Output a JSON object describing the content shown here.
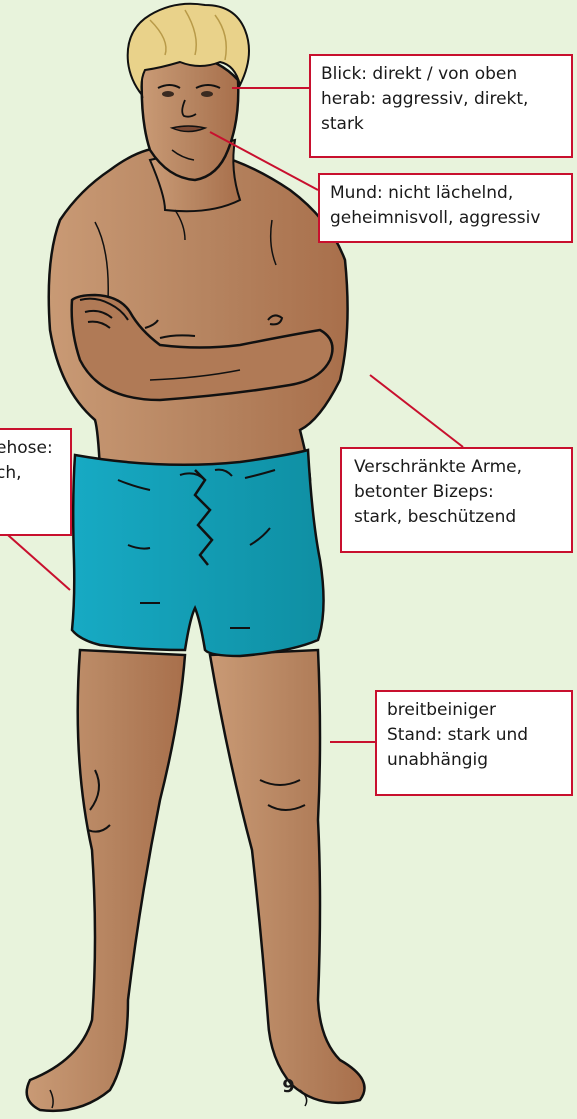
{
  "callouts": {
    "blick": {
      "line1": "Blick: direkt / von oben",
      "line2": "herab: aggressiv, direkt,",
      "line3": "stark"
    },
    "mund": {
      "line1": "Mund: nicht lächelnd,",
      "line2": "geheimnisvoll, aggressiv"
    },
    "arme": {
      "line1": "Verschränkte Arme,",
      "line2": "betonter Bizeps:",
      "line3": "stark, beschützend"
    },
    "stand": {
      "line1": "breitbeiniger",
      "line2": "Stand: stark und",
      "line3": "unabhängig"
    },
    "hose": {
      "line1": "ehose:",
      "line2": "ch,"
    }
  },
  "page_number": "9",
  "colors": {
    "background": "#e8f3dc",
    "callout_border": "#c8102e",
    "skin": "#b5835f",
    "hair": "#e9d28a",
    "shorts": "#1aa3b8"
  }
}
